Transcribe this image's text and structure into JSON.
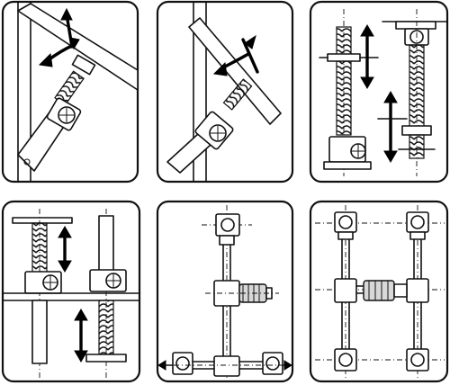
{
  "figure": {
    "panel_count": 6,
    "style": "black line-art on white",
    "icons": [
      "screw-jack-icon",
      "motor-icon",
      "double-arrow-icon",
      "rotation-arrow-icon"
    ]
  },
  "panels": [
    {
      "id": "panel-1-inclined-jack"
    },
    {
      "id": "panel-2-inclined-jack-reversed"
    },
    {
      "id": "panel-3-vertical-jacks"
    },
    {
      "id": "panel-4-vertical-jacks-lower"
    },
    {
      "id": "panel-5-t-arrangement"
    },
    {
      "id": "panel-6-h-arrangement"
    }
  ]
}
